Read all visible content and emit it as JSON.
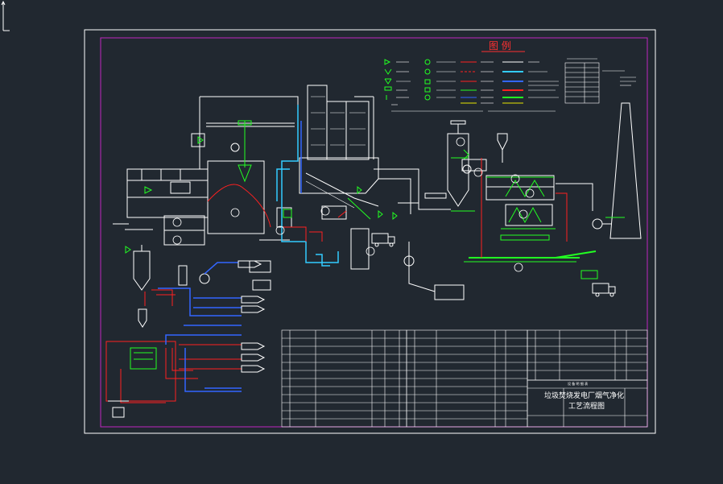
{
  "viewport": {
    "background": "#212830"
  },
  "legend": {
    "title": "图 例"
  },
  "drawing": {
    "title_line1": "垃圾焚烧发电厂烟气净化",
    "title_line2": "工艺流程图"
  },
  "parts_table": {
    "header_label": "设 备 明 细 表"
  },
  "colors": {
    "frame": "#ffffff",
    "border": "#c026c0",
    "flue": "#ff2020",
    "water": "#33ccff",
    "steam": "#3366ff",
    "equipment": "#ffffff",
    "lime": "#22ff22",
    "yellow": "#e6e600"
  },
  "icons": [
    "ucs-axis-icon",
    "stack-icon",
    "truck-icon",
    "cyclone-icon",
    "silo-icon",
    "grab-crane-icon"
  ]
}
